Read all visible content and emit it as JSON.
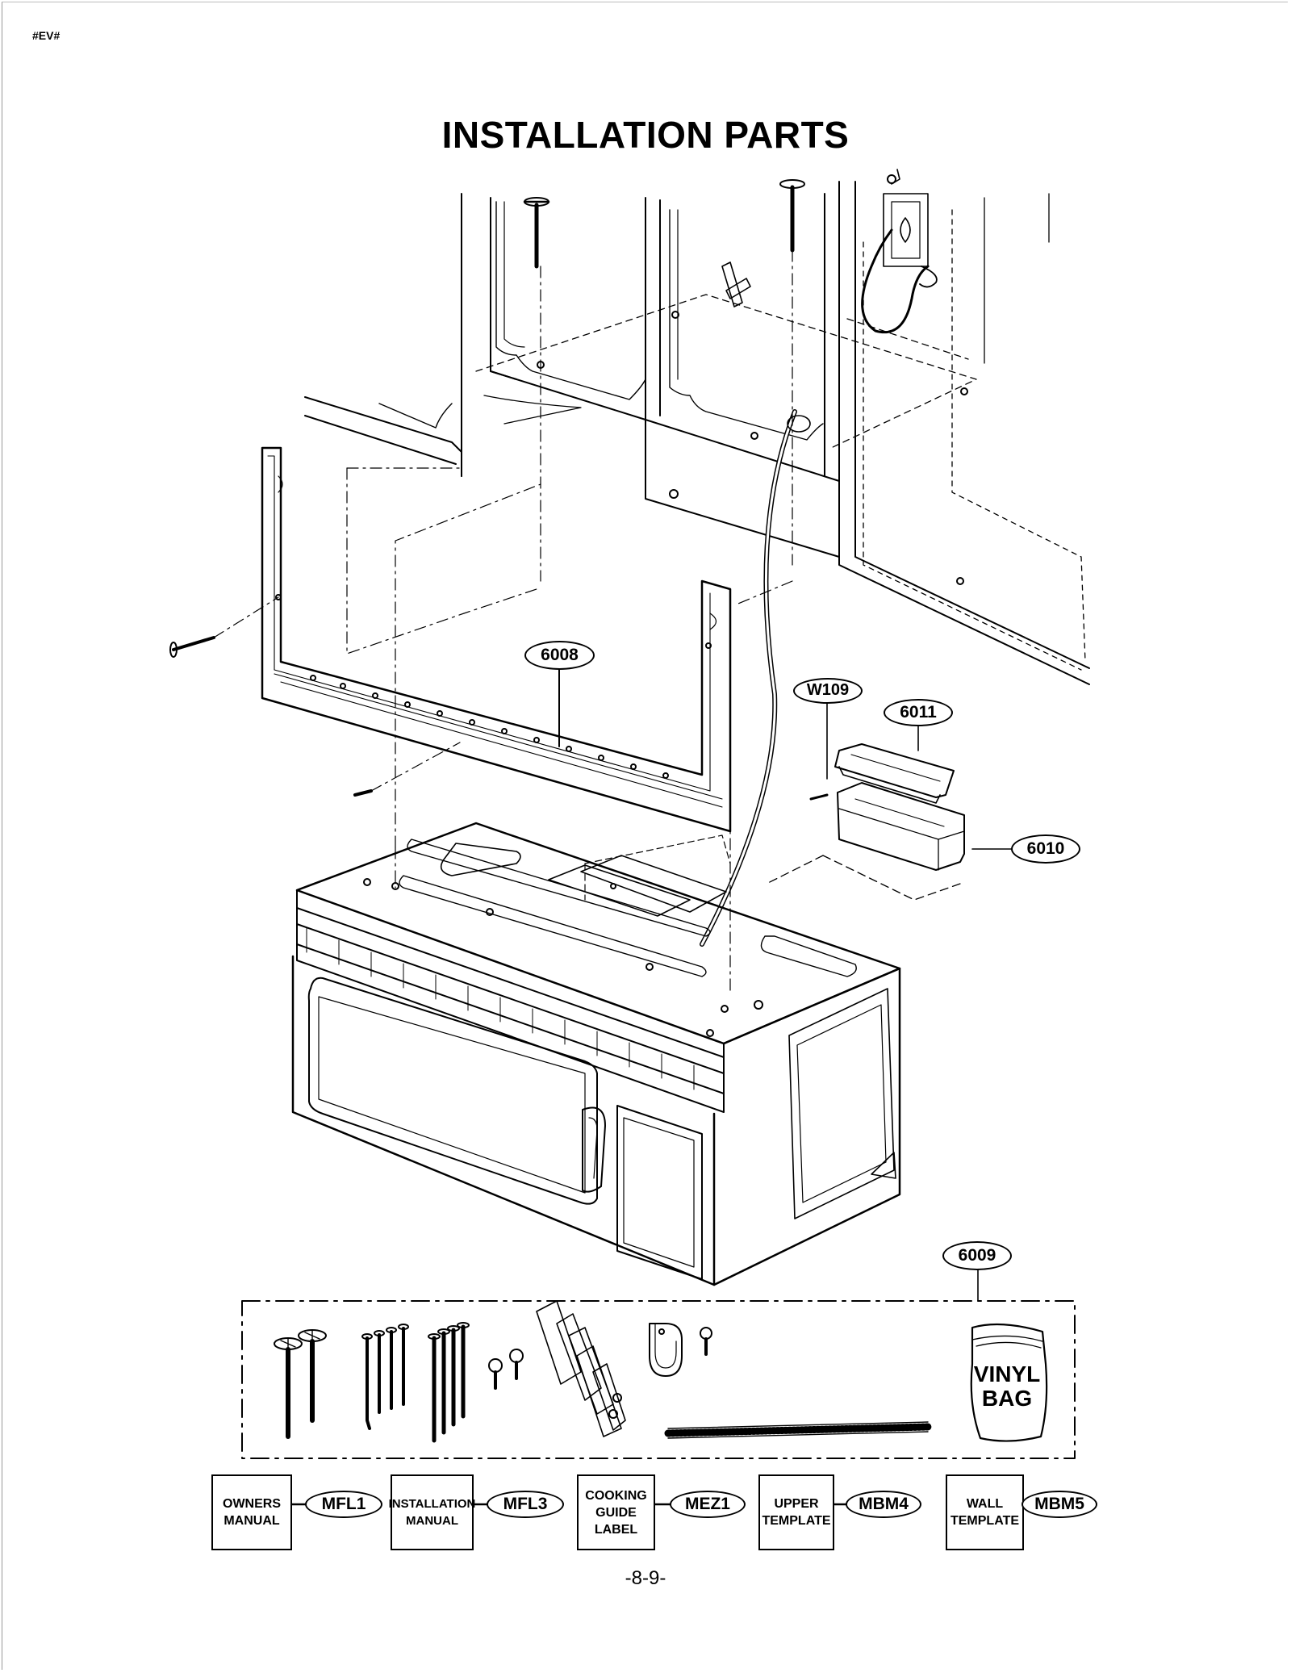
{
  "header": {
    "tag": "#EV#"
  },
  "title": "INSTALLATION PARTS",
  "callouts": {
    "mounting_plate": "6008",
    "installation_kit": "6009",
    "damper_case": "6010",
    "damper_plate": "6011",
    "screw": "W109"
  },
  "kit_contents": {
    "vinyl_bag": "VINYL\nBAG"
  },
  "documents": [
    {
      "label": "OWNERS\nMANUAL",
      "code": "MFL1"
    },
    {
      "label": "INSTALLATION\nMANUAL",
      "code": "MFL3"
    },
    {
      "label": "COOKING\nGUIDE\nLABEL",
      "code": "MEZ1"
    },
    {
      "label": "UPPER\nTEMPLATE",
      "code": "MBM4"
    },
    {
      "label": "WALL\nTEMPLATE",
      "code": "MBM5"
    }
  ],
  "footer": {
    "page_number": "-8-9-"
  }
}
